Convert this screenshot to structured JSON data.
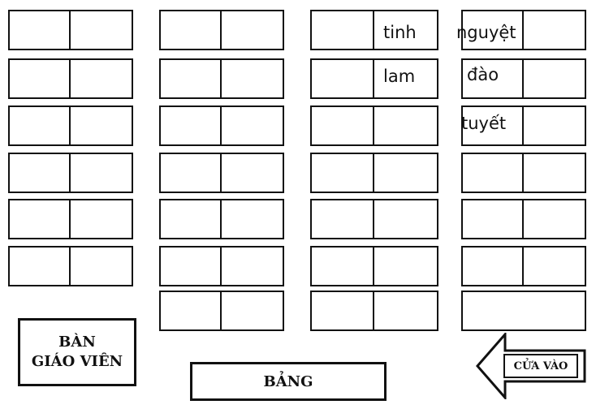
{
  "teacher_desk": {
    "line1": "BÀN",
    "line2": "GIÁO VIÊN"
  },
  "board": "BẢNG",
  "entrance": "CỬA VÀO",
  "student_names": [
    {
      "name": "tinh"
    },
    {
      "name": "nguyệt"
    },
    {
      "name": "lam"
    },
    {
      "name": "đào"
    },
    {
      "name": "tuyết"
    }
  ],
  "colors": {
    "line": "#111111",
    "background": "#ffffff"
  }
}
